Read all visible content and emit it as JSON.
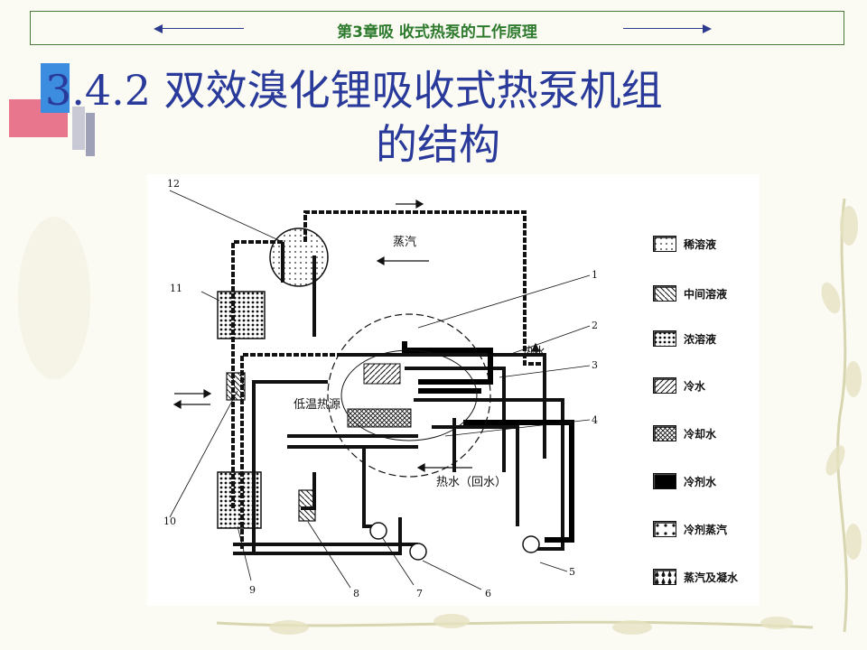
{
  "header": {
    "chapter_title": "第3章吸  收式热泵的工作原理"
  },
  "title": {
    "line1": "3.4.2  双效溴化锂吸收式热泵机组",
    "line2": "的结构"
  },
  "diagram": {
    "labels": {
      "steam": "蒸汽",
      "hot_water": "热水",
      "low_temp_heat_source": "低温热源",
      "hot_water_return": "热水（回水）"
    },
    "part_numbers": [
      "1",
      "2",
      "3",
      "4",
      "5",
      "6",
      "7",
      "8",
      "9",
      "10",
      "11",
      "12"
    ],
    "legend": [
      {
        "label": "稀溶液",
        "pattern": "dots-sparse"
      },
      {
        "label": "中间溶液",
        "pattern": "hatch-back"
      },
      {
        "label": "浓溶液",
        "pattern": "dots-dense"
      },
      {
        "label": "冷水",
        "pattern": "hatch-fwd"
      },
      {
        "label": "冷却水",
        "pattern": "cross"
      },
      {
        "label": "冷剂水",
        "pattern": "solid"
      },
      {
        "label": "冷剂蒸汽",
        "pattern": "dots-large"
      },
      {
        "label": "蒸汽及凝水",
        "pattern": "drops"
      }
    ]
  }
}
